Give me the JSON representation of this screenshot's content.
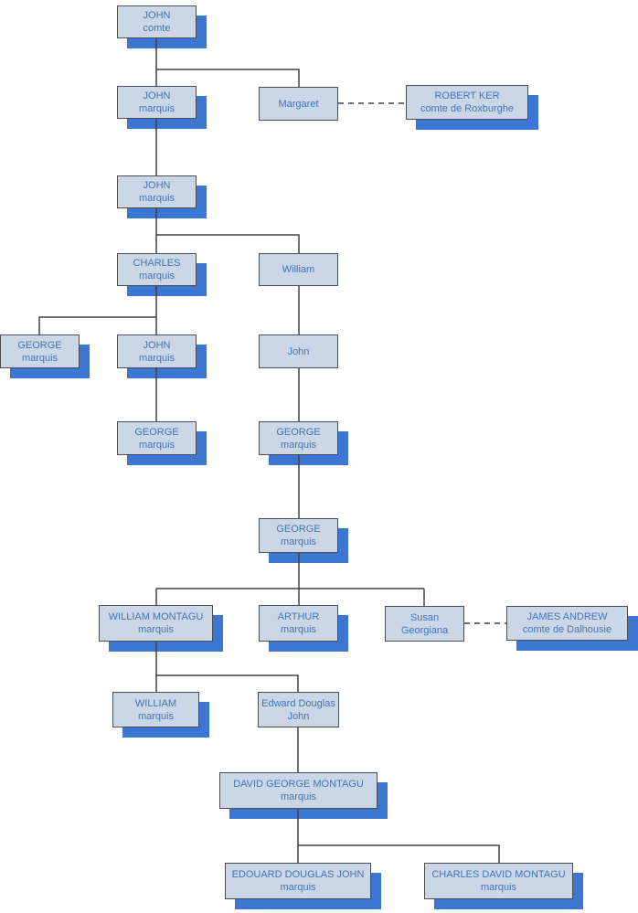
{
  "diagram_title": "Family tree of the marquesses (lineage chart)",
  "palette": {
    "box_fill": "#cbd7e6",
    "box_border": "#4d4d4d",
    "shadow_blue": "#3b76d3",
    "text_blue": "#4273b9",
    "line_color": "#404040",
    "dashed_line_color": "#6e6e6e"
  },
  "nodes": [
    {
      "id": "john-comte",
      "line1": "JOHN",
      "line2": "comte"
    },
    {
      "id": "john-marquis-1",
      "line1": "JOHN",
      "line2": "marquis"
    },
    {
      "id": "margaret",
      "line1": "Margaret",
      "line2": ""
    },
    {
      "id": "robert-ker",
      "line1": "ROBERT KER",
      "line2": "comte de Roxburghe"
    },
    {
      "id": "john-marquis-2",
      "line1": "JOHN",
      "line2": "marquis"
    },
    {
      "id": "charles-marquis",
      "line1": "CHARLES",
      "line2": "marquis"
    },
    {
      "id": "william",
      "line1": "William",
      "line2": ""
    },
    {
      "id": "george-marquis-1",
      "line1": "GEORGE",
      "line2": "marquis"
    },
    {
      "id": "john-marquis-3",
      "line1": "JOHN",
      "line2": "marquis"
    },
    {
      "id": "john",
      "line1": "John",
      "line2": ""
    },
    {
      "id": "george-marquis-2",
      "line1": "GEORGE",
      "line2": "marquis"
    },
    {
      "id": "george-marquis-3",
      "line1": "GEORGE",
      "line2": "marquis"
    },
    {
      "id": "george-marquis-4",
      "line1": "GEORGE",
      "line2": "marquis"
    },
    {
      "id": "william-montagu",
      "line1": "WILLIAM MONTAGU",
      "line2": "marquis"
    },
    {
      "id": "arthur-marquis",
      "line1": "ARTHUR",
      "line2": "marquis"
    },
    {
      "id": "susan-georgiana",
      "line1": "Susan",
      "line2": "Georgiana"
    },
    {
      "id": "james-andrew",
      "line1": "JAMES ANDREW",
      "line2": "comte de Dalhousie"
    },
    {
      "id": "william-marquis",
      "line1": "WILLIAM",
      "line2": "marquis"
    },
    {
      "id": "edward-douglas-john",
      "line1": "Edward Douglas",
      "line2": "John"
    },
    {
      "id": "david-george-montagu",
      "line1": "DAVID GEORGE MONTAGU",
      "line2": "marquis"
    },
    {
      "id": "edouard-douglas-john",
      "line1": "EDOUARD DOUGLAS JOHN",
      "line2": "marquis"
    },
    {
      "id": "charles-david-montagu",
      "line1": "CHARLES DAVID MONTAGU",
      "line2": "marquis"
    }
  ],
  "edges": [
    {
      "from": "john-comte",
      "to": "john-marquis-1",
      "style": "solid"
    },
    {
      "from": "john-comte",
      "to": "margaret",
      "style": "solid"
    },
    {
      "from": "margaret",
      "to": "robert-ker",
      "style": "dashed-marriage"
    },
    {
      "from": "john-marquis-1",
      "to": "john-marquis-2",
      "style": "solid"
    },
    {
      "from": "john-marquis-2",
      "to": "charles-marquis",
      "style": "solid"
    },
    {
      "from": "john-marquis-2",
      "to": "william",
      "style": "solid"
    },
    {
      "from": "charles-marquis",
      "to": "george-marquis-1",
      "style": "solid"
    },
    {
      "from": "charles-marquis",
      "to": "john-marquis-3",
      "style": "solid"
    },
    {
      "from": "william",
      "to": "john",
      "style": "solid"
    },
    {
      "from": "john-marquis-3",
      "to": "george-marquis-2",
      "style": "solid"
    },
    {
      "from": "john",
      "to": "george-marquis-3",
      "style": "solid"
    },
    {
      "from": "george-marquis-3",
      "to": "george-marquis-4",
      "style": "solid"
    },
    {
      "from": "george-marquis-4",
      "to": "william-montagu",
      "style": "solid"
    },
    {
      "from": "george-marquis-4",
      "to": "arthur-marquis",
      "style": "solid"
    },
    {
      "from": "george-marquis-4",
      "to": "susan-georgiana",
      "style": "solid"
    },
    {
      "from": "susan-georgiana",
      "to": "james-andrew",
      "style": "dashed-marriage"
    },
    {
      "from": "william-montagu",
      "to": "william-marquis",
      "style": "solid"
    },
    {
      "from": "william-montagu",
      "to": "edward-douglas-john",
      "style": "solid"
    },
    {
      "from": "edward-douglas-john",
      "to": "david-george-montagu",
      "style": "solid"
    },
    {
      "from": "david-george-montagu",
      "to": "edouard-douglas-john",
      "style": "solid"
    },
    {
      "from": "david-george-montagu",
      "to": "charles-david-montagu",
      "style": "solid"
    }
  ]
}
